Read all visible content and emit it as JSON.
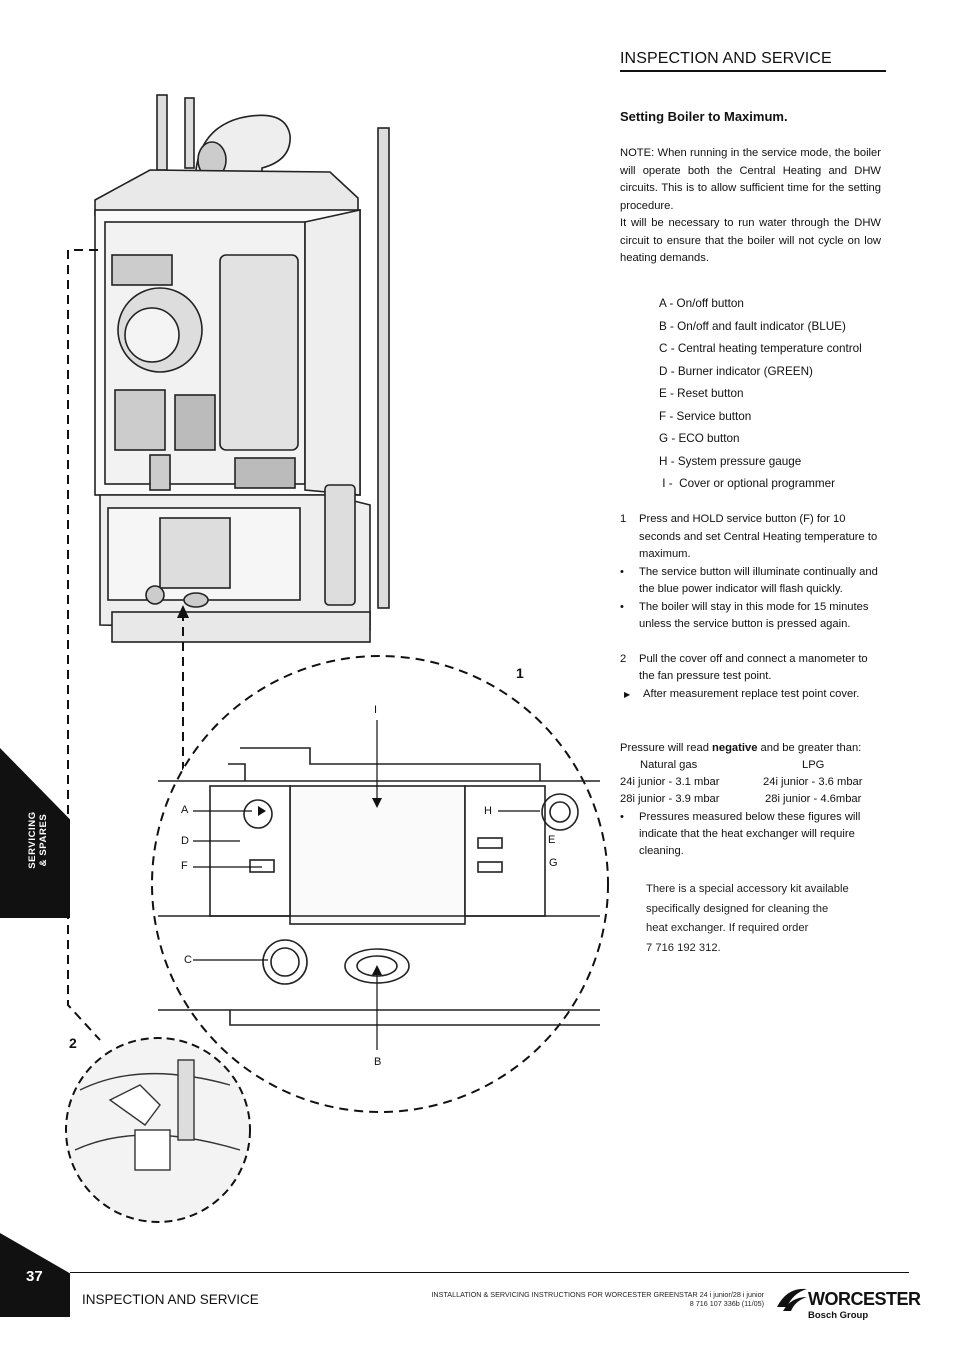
{
  "header": {
    "title": "INSPECTION AND SERVICE"
  },
  "section": {
    "title": "Setting Boiler to Maximum."
  },
  "note": {
    "p1": "NOTE: When running in the service mode, the boiler will operate both the Central Heating and DHW circuits. This is to allow sufficient time for the setting procedure.",
    "p2": "It will be necessary to run water through the DHW circuit to ensure that the boiler will not cycle on low heating demands."
  },
  "legend": [
    "A - On/off button",
    "B - On/off and fault indicator (BLUE)",
    "C - Central heating temperature control",
    "D - Burner indicator (GREEN)",
    "E - Reset button",
    "F - Service button",
    "G - ECO button",
    "H -  System pressure gauge",
    " I -  Cover or optional programmer"
  ],
  "steps": {
    "s1_num": "1",
    "s1_text": "Press and HOLD service button (F) for 10 seconds and set Central Heating temperature to maximum.",
    "s1_b1": "The service button will illuminate continually and the blue power indicator will flash quickly.",
    "s1_b2": "The boiler will stay in this mode for 15 minutes unless the service button is pressed again.",
    "s2_num": "2",
    "s2_text": "Pull the cover off and connect a manometer to the fan pressure test point.",
    "s2_b1": "After measurement replace test point cover."
  },
  "pressure": {
    "intro_before": "Pressure will read ",
    "intro_bold": "negative",
    "intro_after": " and be greater than:",
    "col1_head": "Natural gas",
    "col2_head": "LPG",
    "r1c1": "24i junior - 3.1 mbar",
    "r1c2": "24i junior - 3.6 mbar",
    "r2c1": "28i junior - 3.9 mbar",
    "r2c2": "28i junior - 4.6mbar",
    "bullet": "Pressures measured below these figures will indicate that the heat exchanger will require cleaning."
  },
  "kit_note": {
    "l1": "There is a special accessory kit available",
    "l2": "specifically designed for cleaning the",
    "l3": "heat exchanger. If required order",
    "l4": "7 716 192 312."
  },
  "side_tab": {
    "line1": "SERVICING",
    "line2": "& SPARES"
  },
  "figure": {
    "fig1_label": "1",
    "fig2_label": "2",
    "callouts": {
      "A": "A",
      "B": "B",
      "C": "C",
      "D": "D",
      "E": "E",
      "F": "F",
      "G": "G",
      "H": "H",
      "I": "I"
    }
  },
  "footer": {
    "page_number": "37",
    "section": "INSPECTION AND SERVICE",
    "doc_line1": "INSTALLATION & SERVICING INSTRUCTIONS FOR WORCESTER GREENSTAR 24 i junior/28 i junior",
    "doc_line2": "8 716 107 336b (11/05)",
    "brand": "WORCESTER",
    "brand_sub": "Bosch Group"
  }
}
